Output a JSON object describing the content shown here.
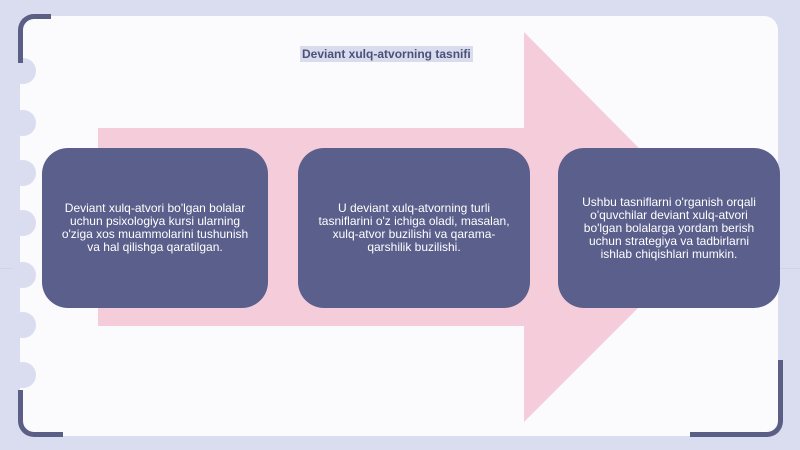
{
  "slide": {
    "title": "Deviant xulq-atvorning tasnifi"
  },
  "boxes": [
    {
      "text": "Deviant xulq-atvori bo'lgan bolalar uchun psixologiya kursi ularning o'ziga xos muammolarini tushunish va hal qilishga qaratilgan."
    },
    {
      "text": "U deviant xulq-atvorning turli tasniflarini o'z ichiga oladi, masalan, xulq-atvor buzilishi va qarama-qarshilik buzilishi."
    },
    {
      "text": "Ushbu tasniflarni o'rganish orqali o'quvchilar deviant xulq-atvori bo'lgan bolalarga yordam berish uchun strategiya va tadbirlarni ishlab chiqishlari mumkin."
    }
  ],
  "colors": {
    "background": "#d9ddef",
    "card": "#fbfbfd",
    "box": "#5b5f8c",
    "arrow": "#f4ccda",
    "accent": "#5b5f86"
  }
}
